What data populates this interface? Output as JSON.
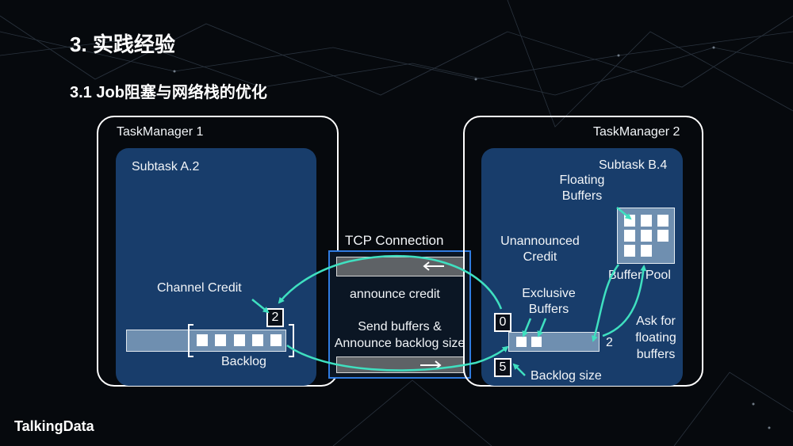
{
  "slide": {
    "title": "3. 实践经验",
    "subtitle": "3.1 Job阻塞与网络栈的优化",
    "brand": "TalkingData"
  },
  "taskmanager1": {
    "label": "TaskManager 1",
    "subtask": "Subtask A.2",
    "channel_credit_label": "Channel Credit",
    "credit_value": "2",
    "backlog_label": "Backlog"
  },
  "tcp": {
    "label": "TCP Connection",
    "announce_credit": "announce credit",
    "send_buffers_line1": "Send buffers &",
    "send_buffers_line2": "Announce backlog size"
  },
  "taskmanager2": {
    "label": "TaskManager 2",
    "subtask": "Subtask B.4",
    "floating_buffers_line1": "Floating",
    "floating_buffers_line2": "Buffers",
    "unannounced_line1": "Unannounced",
    "unannounced_line2": "Credit",
    "buffer_pool": "Buffer Pool",
    "exclusive_line1": "Exclusive",
    "exclusive_line2": "Buffers",
    "unannounced_value": "0",
    "backlog_value": "5",
    "queue_value": "2",
    "backlog_size_label": "Backlog size",
    "ask_line1": "Ask for",
    "ask_line2": "floating",
    "ask_line3": "buffers"
  },
  "colors": {
    "arrow": "#3fe0c0",
    "subtask_bg": "#183d6b",
    "tcp_border": "#2f7be0"
  }
}
